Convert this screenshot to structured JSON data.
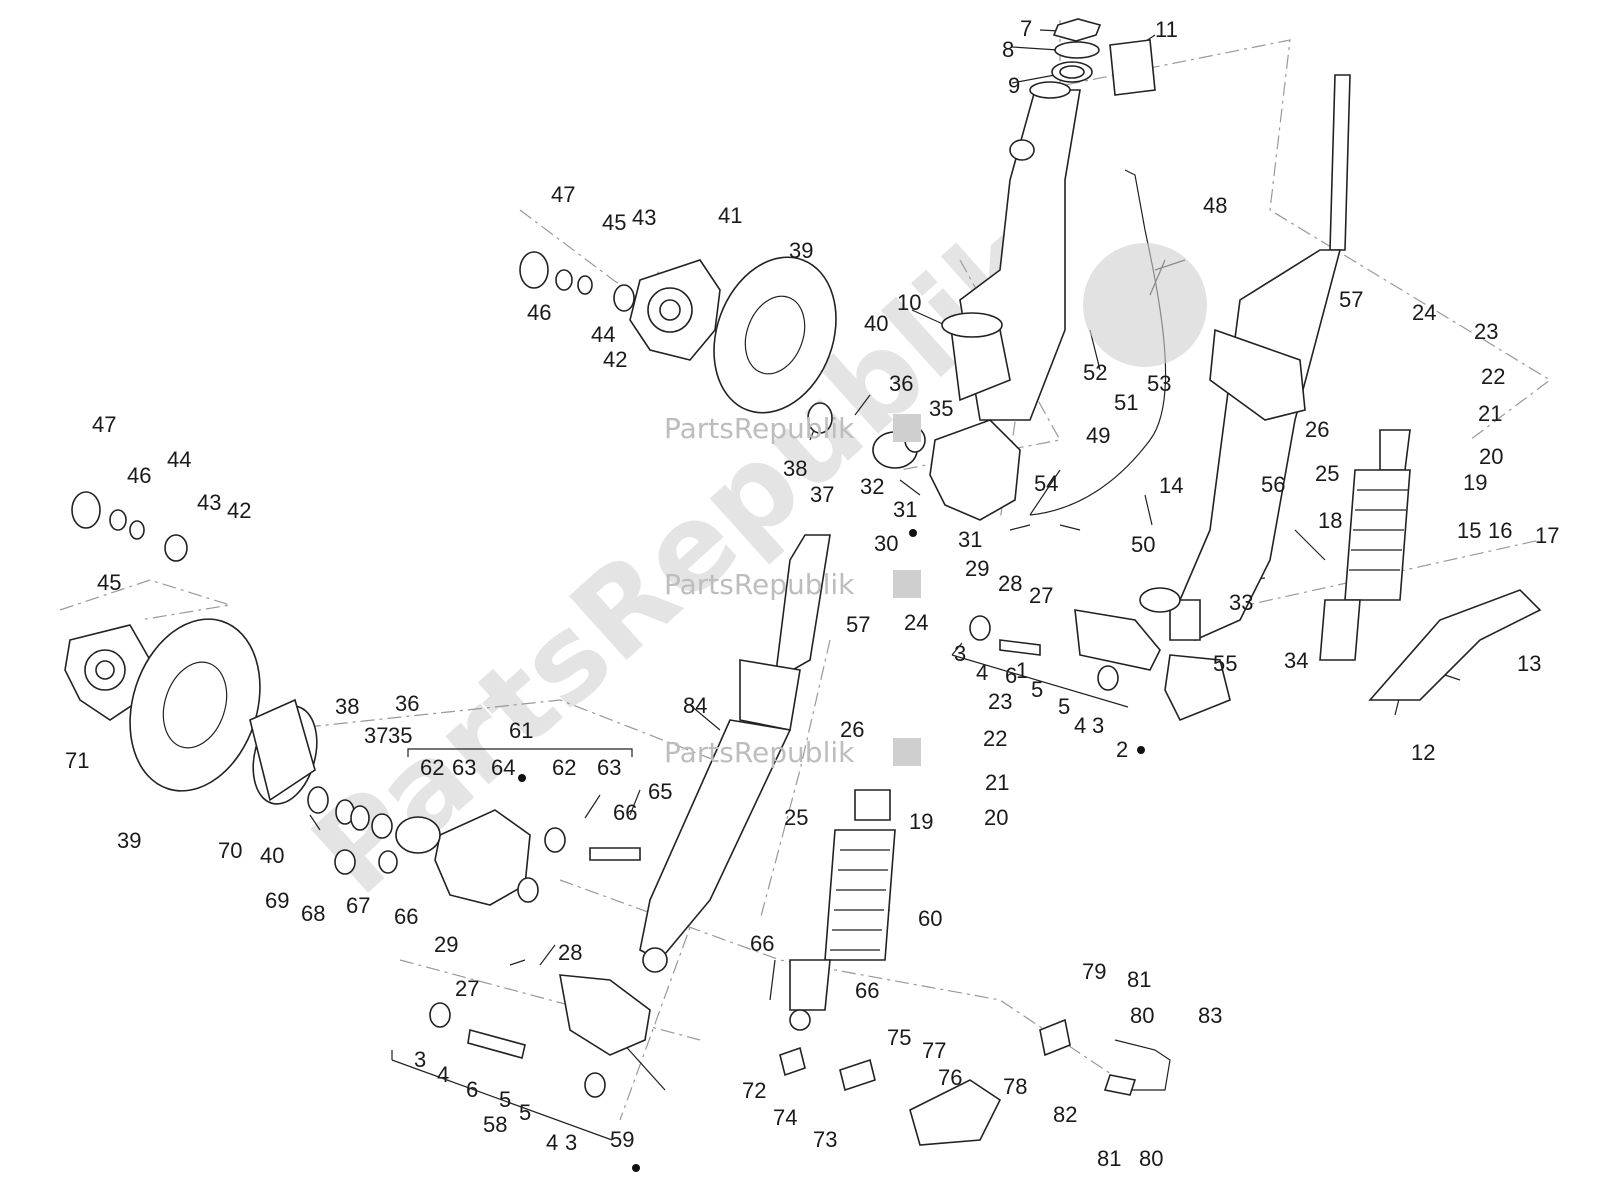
{
  "watermark": {
    "brand": "PartsRepublik",
    "big": "PartsRepublik"
  },
  "callouts": [
    "1",
    "2",
    "3",
    "4",
    "5",
    "6",
    "7",
    "8",
    "9",
    "10",
    "11",
    "12",
    "13",
    "14",
    "15",
    "16",
    "17",
    "18",
    "19",
    "20",
    "21",
    "22",
    "23",
    "24",
    "25",
    "26",
    "27",
    "28",
    "29",
    "30",
    "31",
    "32",
    "33",
    "34",
    "35",
    "36",
    "37",
    "38",
    "39",
    "40",
    "41",
    "42",
    "43",
    "44",
    "45",
    "46",
    "47",
    "48",
    "49",
    "50",
    "51",
    "52",
    "53",
    "54",
    "55",
    "56",
    "57",
    "58",
    "59",
    "60",
    "61",
    "62",
    "63",
    "64",
    "65",
    "66",
    "67",
    "68",
    "69",
    "70",
    "71",
    "72",
    "73",
    "74",
    "75",
    "76",
    "77",
    "78",
    "79",
    "80",
    "81",
    "82",
    "83",
    "84"
  ]
}
